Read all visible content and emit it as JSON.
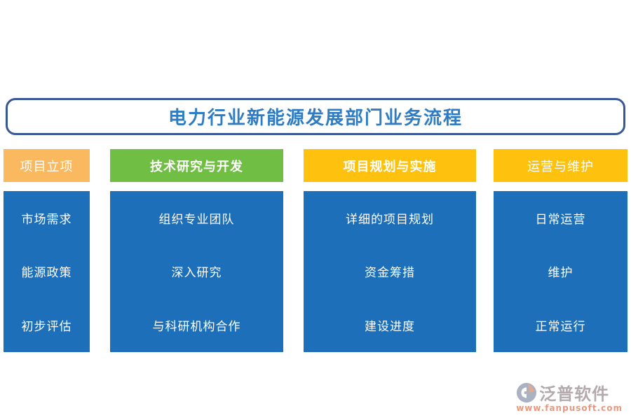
{
  "title": "电力行业新能源发展部门业务流程",
  "columns": [
    {
      "id": "project-initiation",
      "header": "项目立项",
      "header_color": "#FBB95F",
      "items": [
        "市场需求",
        "能源政策",
        "初步评估"
      ]
    },
    {
      "id": "tech-research-development",
      "header": "技术研究与开发",
      "header_color": "#71BE44",
      "items": [
        "组织专业团队",
        "深入研究",
        "与科研机构合作"
      ]
    },
    {
      "id": "planning-implementation",
      "header": "项目规划与实施",
      "header_color": "#FEC10D",
      "items": [
        "详细的项目规划",
        "资金筹措",
        "建设进度"
      ]
    },
    {
      "id": "operation-maintenance",
      "header": "运营与维护",
      "header_color": "#FEC10D",
      "items": [
        "日常运营",
        "维护",
        "正常运行"
      ]
    }
  ],
  "colors": {
    "body_blue": "#1C6FB8",
    "title_text": "#2E7CC3",
    "title_border": "#3A5795"
  },
  "logo": {
    "brand": "泛普软件",
    "url": "www.fanpusoft.com"
  }
}
